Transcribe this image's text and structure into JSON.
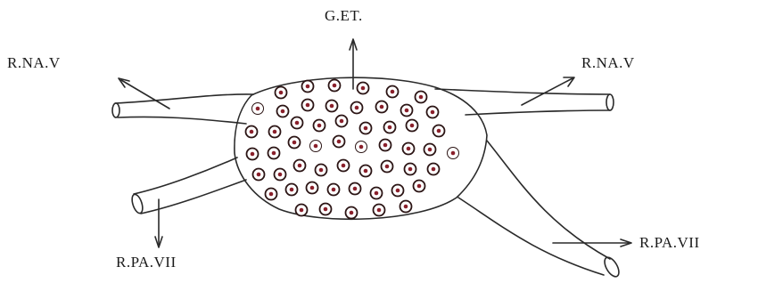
{
  "labels": {
    "top": "G.ET.",
    "upper_left": "R.NA.V",
    "upper_right": "R.NA.V",
    "lower_left": "R.PA.VII",
    "lower_right": "R.PA.VII"
  },
  "colors": {
    "line": "#2a2a2a",
    "cell_ring": "#2b1414",
    "nucleus": "#8a1f2a"
  }
}
